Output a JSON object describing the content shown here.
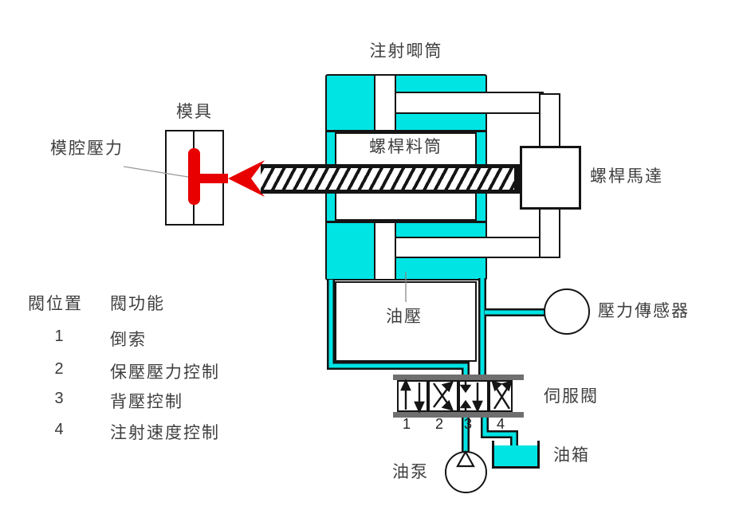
{
  "diagram": {
    "labels": {
      "injection_cylinder": "注射唧筒",
      "mold": "模具",
      "cavity_pressure": "模腔壓力",
      "screw_barrel": "螺桿料筒",
      "screw_motor": "螺桿馬達",
      "oil_pressure": "油壓",
      "pressure_sensor": "壓力傳感器",
      "servo_valve": "伺服閥",
      "oil_pump": "油泵",
      "oil_tank": "油箱"
    },
    "valve_ports": [
      "1",
      "2",
      "3",
      "4"
    ],
    "colors": {
      "fluid_cyan": "#00e4e4",
      "cavity_red": "#e80000",
      "outline_black": "#141414",
      "valve_bar_gray": "#6f6f6f"
    }
  },
  "table": {
    "headers": [
      "閥位置",
      "閥功能"
    ],
    "rows": [
      {
        "position": "1",
        "function": "倒索"
      },
      {
        "position": "2",
        "function": "保壓壓力控制"
      },
      {
        "position": "3",
        "function": "背壓控制"
      },
      {
        "position": "4",
        "function": "注射速度控制"
      }
    ]
  }
}
